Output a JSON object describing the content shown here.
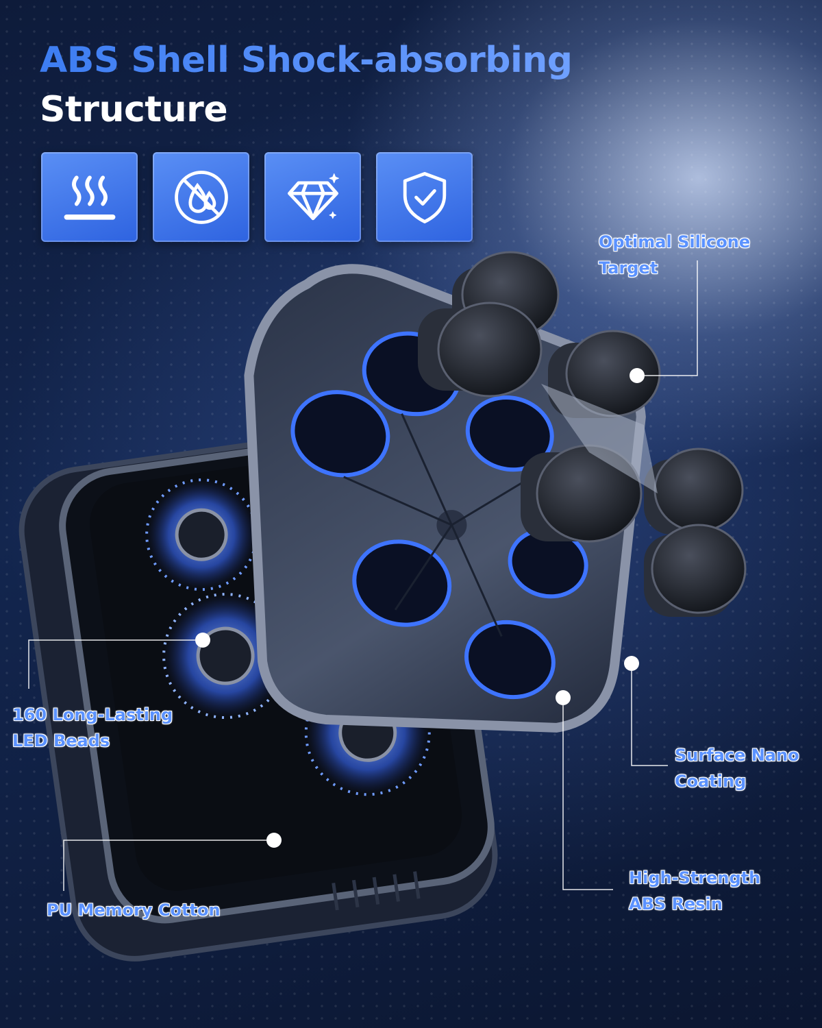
{
  "title": {
    "line1": "ABS Shell Shock-absorbing",
    "line2": "Structure"
  },
  "feature_icons": [
    {
      "icon": "heat-icon"
    },
    {
      "icon": "no-water-icon"
    },
    {
      "icon": "diamond-icon"
    },
    {
      "icon": "shield-check-icon"
    }
  ],
  "callouts": {
    "silicone": {
      "line1": "Optimal Silicone",
      "line2": "Target"
    },
    "led": {
      "line1": "160 Long-Lasting",
      "line2": "LED Beads"
    },
    "nano": {
      "line1": "Surface Nano",
      "line2": "Coating"
    },
    "pu": {
      "line1": "PU Memory Cotton"
    },
    "abs": {
      "line1": "High-Strength",
      "line2": "ABS Resin"
    }
  },
  "colors": {
    "accent": "#3f7bf0",
    "label": "#5b92ff",
    "background": "#13264f",
    "led_glow": "#3a6cff"
  }
}
